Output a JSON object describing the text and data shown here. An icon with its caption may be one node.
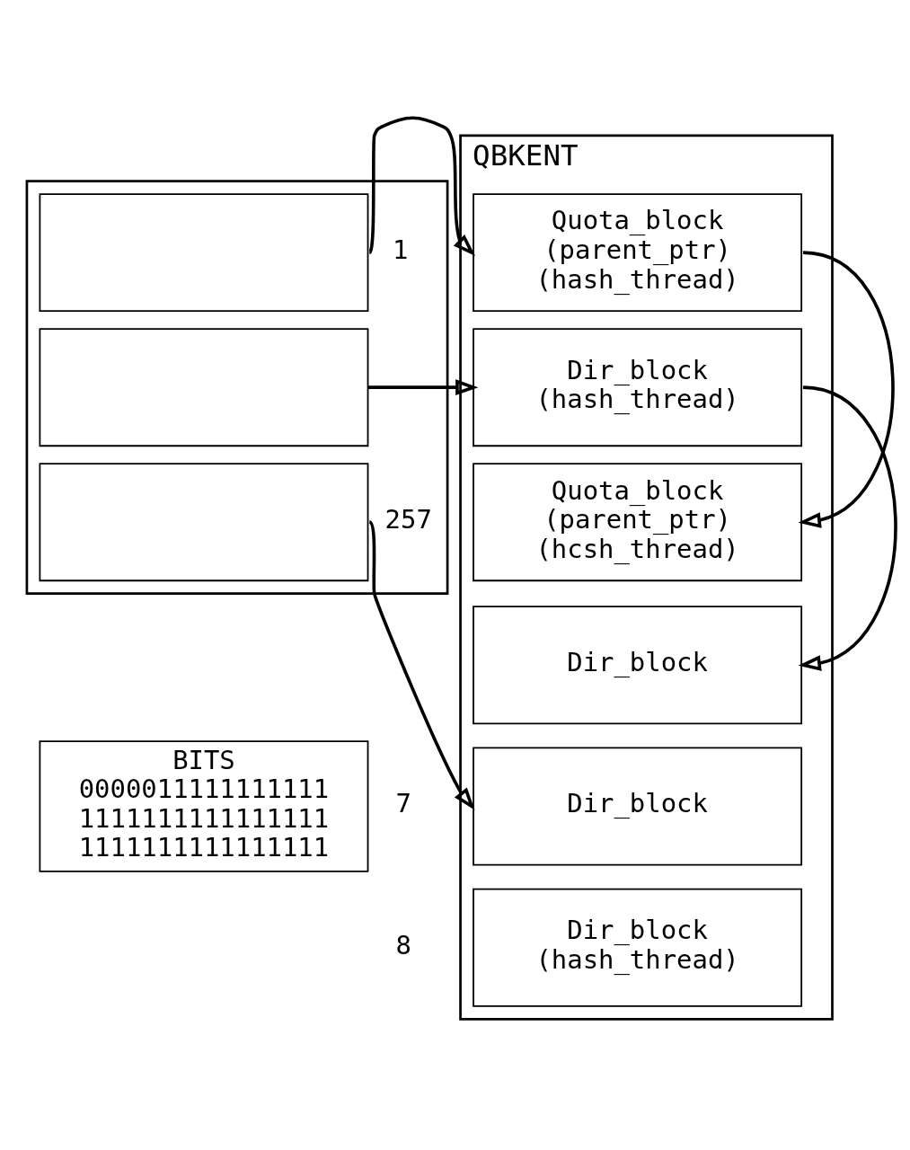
{
  "diagram": {
    "nodes": [
      {
        "text": [],
        "shape": "box"
      },
      {
        "text": [],
        "shape": "box",
        "in": 0,
        "beside": [
          "1"
        ]
      },
      {
        "text": [],
        "shape": "box",
        "in": 0
      },
      {
        "text": [],
        "shape": "box",
        "in": 0,
        "beside": [
          "257"
        ]
      },
      {
        "text": [
          "QBKENT"
        ]
      },
      {
        "text": [
          "Quota_block",
          "(parent_ptr)",
          "(hash_thread)"
        ],
        "in": 4
      },
      {
        "text": [
          "Dir_block",
          "(hash_thread)"
        ],
        "in": 4
      },
      {
        "text": [
          "Quota_block",
          "(parent_ptr)",
          "(hcsh_thread)"
        ],
        "in": 4
      },
      {
        "text": [
          "Dir_block"
        ],
        "in": 4
      },
      {
        "text": [
          "Dir_block"
        ],
        "in": 4
      },
      {
        "text": [
          "Dir_block",
          "(hash_thread)"
        ],
        "in": 4
      },
      {
        "text": [
          "BITS",
          "0000011111111111",
          "1111111111111111",
          "1111111111111111"
        ]
      }
    ],
    "edges": [
      {
        "from": 1,
        "to": 5,
        "arrow": "to"
      },
      {
        "from": 2,
        "to": 6,
        "arrow": "to"
      },
      {
        "from": 5,
        "to": 7,
        "arrow": "to"
      },
      {
        "from": 6,
        "to": 8,
        "arrow": "to"
      },
      {
        "from": 3,
        "to": 9,
        "arrow": "to"
      }
    ],
    "labels": [
      "7",
      "8"
    ]
  }
}
